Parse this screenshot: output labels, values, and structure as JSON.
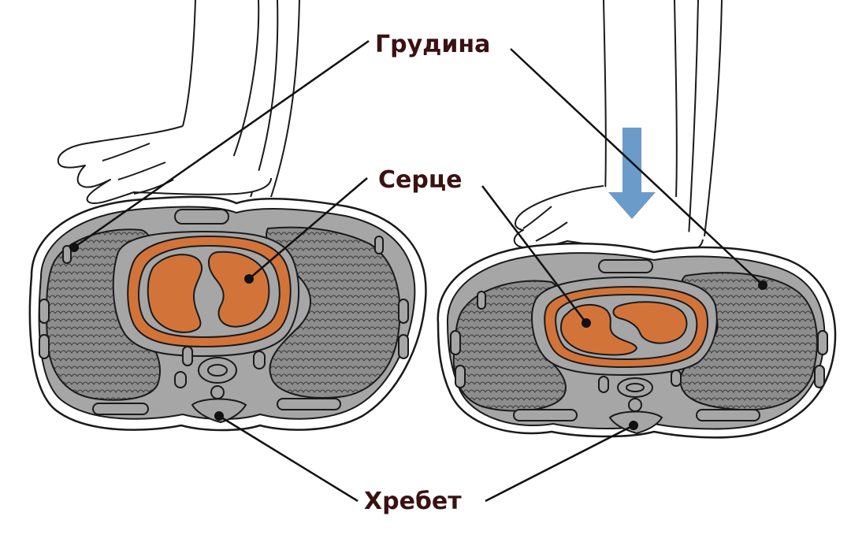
{
  "labels": {
    "sternum": "Грудина",
    "heart": "Серце",
    "spine": "Хребет"
  },
  "colors": {
    "outline": "#1a1a1a",
    "tissue": "#a6a6a6",
    "muscle": "#8f8f8f",
    "heart": "#d2743a",
    "arrow": "#6b9bc9",
    "label": "#3a1212"
  },
  "icons": {
    "pressure_arrow": "down-arrow-icon"
  }
}
